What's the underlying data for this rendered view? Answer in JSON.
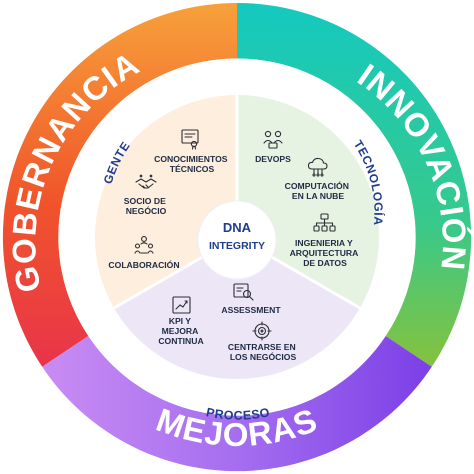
{
  "outer_ring": {
    "left": "GOBERNANCIA",
    "right": "INNOVACIÓN",
    "bottom": "MEJORAS"
  },
  "middle_ring": {
    "gente": "GENTE",
    "tecnologia": "TECNOLOGÍA",
    "proceso": "PROCESO"
  },
  "center": {
    "line1": "DNA",
    "line2": "INTEGRITY"
  },
  "gente_items": [
    {
      "lines": [
        "CONOCIMIENTOS",
        "TÉCNICOS"
      ],
      "icon": "certificate-icon"
    },
    {
      "lines": [
        "SOCIO DE",
        "NEGÓCIO"
      ],
      "icon": "handshake-icon"
    },
    {
      "lines": [
        "COLABORACIÓN"
      ],
      "icon": "team-icon"
    }
  ],
  "tecnologia_items": [
    {
      "lines": [
        "DEVOPS"
      ],
      "icon": "devops-people-icon"
    },
    {
      "lines": [
        "COMPUTACIÓN",
        "EN LA NUBE"
      ],
      "icon": "cloud-icon"
    },
    {
      "lines": [
        "INGENIERIA Y",
        "ARQUITECTURA",
        "DE DATOS"
      ],
      "icon": "data-architecture-icon"
    }
  ],
  "proceso_items": [
    {
      "lines": [
        "ASSESSMENT"
      ],
      "icon": "assessment-icon"
    },
    {
      "lines": [
        "KPI Y",
        "MEJORA",
        "CONTINUA"
      ],
      "icon": "kpi-chart-icon"
    },
    {
      "lines": [
        "CENTRARSE EN",
        "LOS NEGÓCIOS"
      ],
      "icon": "business-focus-icon"
    }
  ],
  "colors": {
    "gobernancia": "#f0542b",
    "innovacion": "#2fc59a",
    "mejoras": "#9a5cf0",
    "gente_bg": "#fdeedd",
    "tecnologia_bg": "#e6f3e2",
    "proceso_bg": "#ede6f7",
    "accent_blue": "#1e3d8f"
  }
}
